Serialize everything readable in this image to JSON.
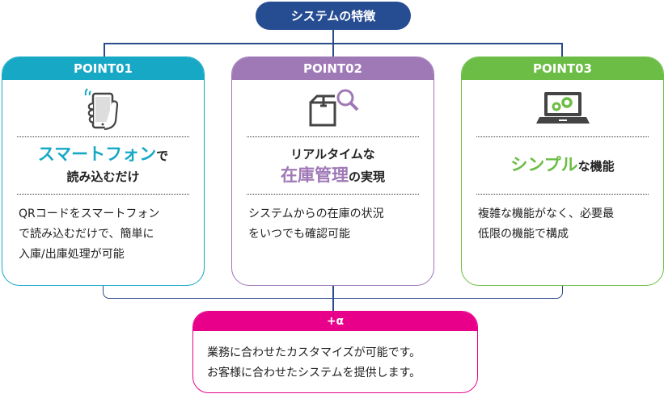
{
  "title": "システムの特徴",
  "colors": {
    "navy": "#264c92",
    "teal": "#17a8c6",
    "purple": "#9f78b6",
    "green": "#6cbd45",
    "magenta": "#e8008b"
  },
  "cards": [
    {
      "label": "POINT01",
      "icon": "smartphone-hand-icon",
      "heading_accent": "スマートフォン",
      "heading_rest": "で",
      "heading_line2": "読み込むだけ",
      "desc": [
        "QRコードをスマートフォン",
        "で読み込むだけで、簡単に",
        "入庫/出庫処理が可能"
      ]
    },
    {
      "label": "POINT02",
      "icon": "box-search-icon",
      "heading_line1": "リアルタイムな",
      "heading_accent": "在庫管理",
      "heading_rest": "の実現",
      "desc": [
        "システムからの在庫の状況",
        "をいつでも確認可能"
      ]
    },
    {
      "label": "POINT03",
      "icon": "laptop-gears-icon",
      "heading_accent": "シンプル",
      "heading_rest": "な機能",
      "desc": [
        "複雑な機能がなく、必要最",
        "低限の機能で構成"
      ]
    }
  ],
  "extra": {
    "label": "+α",
    "lines": [
      "業務に合わせたカスタマイズが可能です。",
      "お客様に合わせたシステムを提供します。"
    ]
  }
}
